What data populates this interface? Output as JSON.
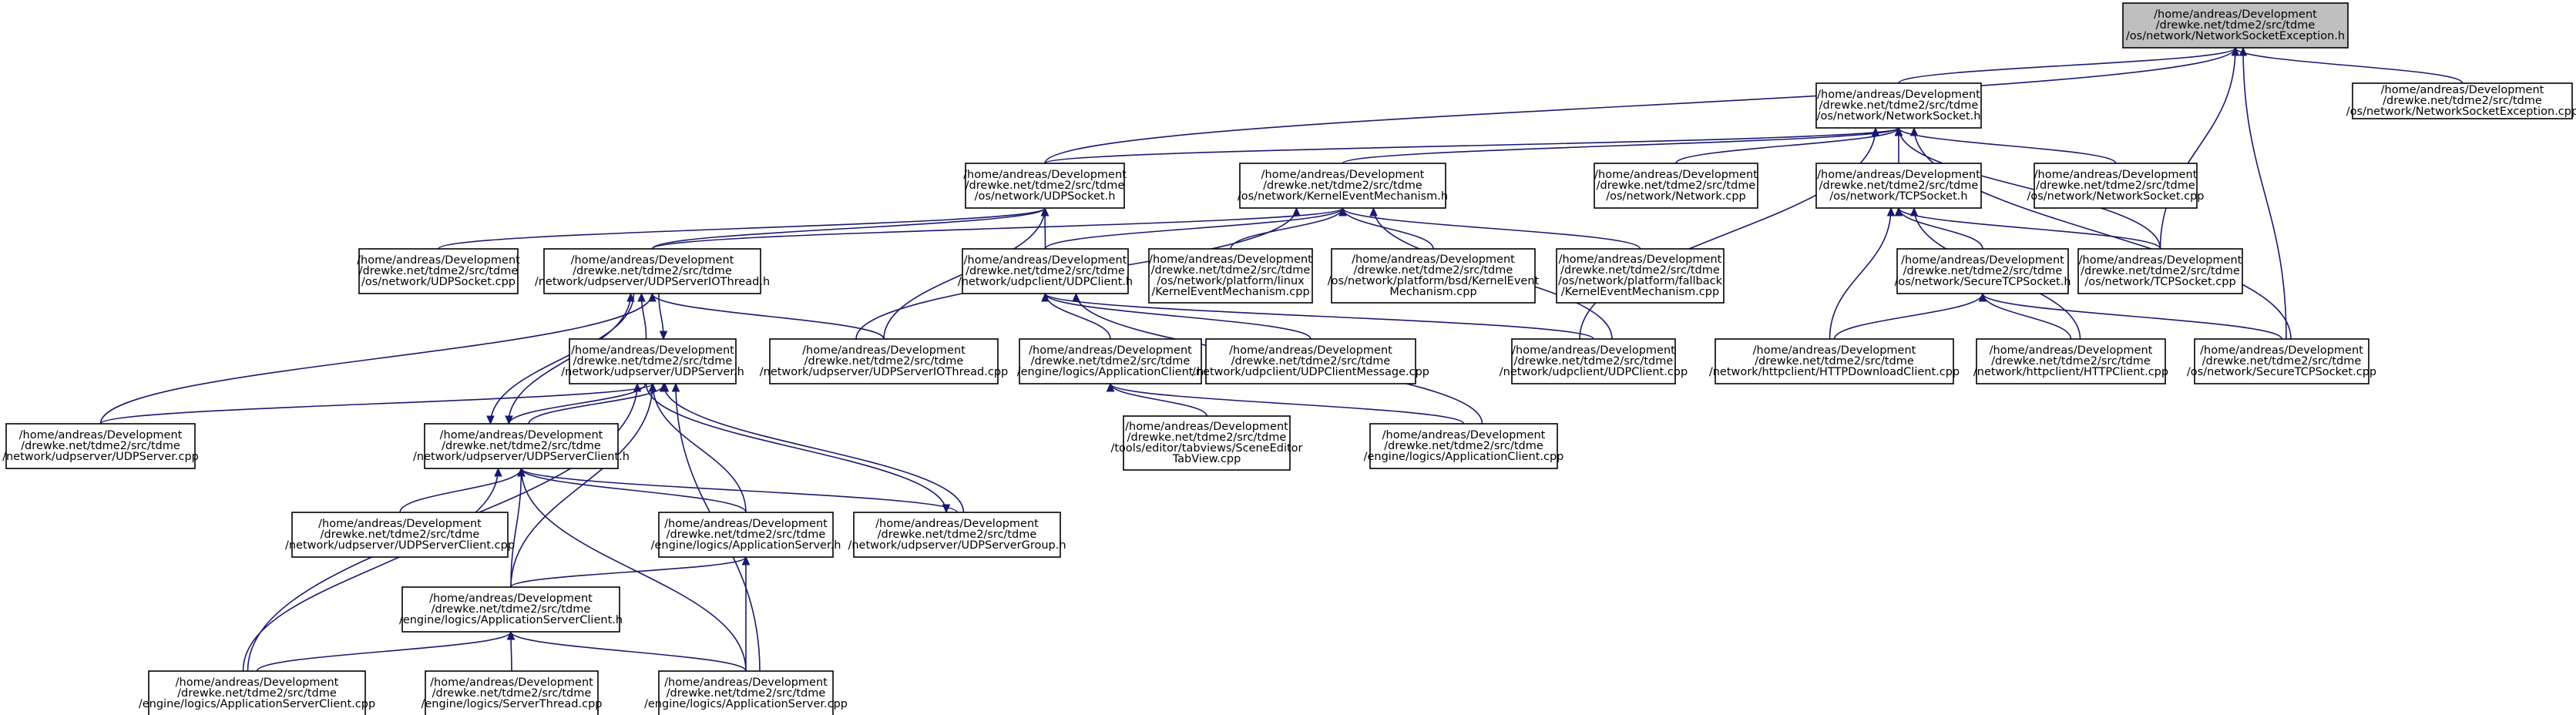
{
  "diagram": {
    "title": "",
    "nodes": [
      {
        "id": "nse_h",
        "lines": [
          "/home/andreas/Development",
          "/drewke.net/tdme2/src/tdme",
          "/os/network/NetworkSocketException.h"
        ],
        "highlighted": true
      },
      {
        "id": "ns_h",
        "lines": [
          "/home/andreas/Development",
          "/drewke.net/tdme2/src/tdme",
          "/os/network/NetworkSocket.h"
        ]
      },
      {
        "id": "nse_cpp",
        "lines": [
          "/home/andreas/Development",
          "/drewke.net/tdme2/src/tdme",
          "/os/network/NetworkSocketException.cpp"
        ]
      },
      {
        "id": "udps_h",
        "lines": [
          "/home/andreas/Development",
          "/drewke.net/tdme2/src/tdme",
          "/os/network/UDPSocket.h"
        ]
      },
      {
        "id": "kem_h",
        "lines": [
          "/home/andreas/Development",
          "/drewke.net/tdme2/src/tdme",
          "/os/network/KernelEventMechanism.h"
        ]
      },
      {
        "id": "net_cpp",
        "lines": [
          "/home/andreas/Development",
          "/drewke.net/tdme2/src/tdme",
          "/os/network/Network.cpp"
        ]
      },
      {
        "id": "tcps_h",
        "lines": [
          "/home/andreas/Development",
          "/drewke.net/tdme2/src/tdme",
          "/os/network/TCPSocket.h"
        ]
      },
      {
        "id": "ns_cpp",
        "lines": [
          "/home/andreas/Development",
          "/drewke.net/tdme2/src/tdme",
          "/os/network/NetworkSocket.cpp"
        ]
      },
      {
        "id": "udps_cpp",
        "lines": [
          "/home/andreas/Development",
          "/drewke.net/tdme2/src/tdme",
          "/os/network/UDPSocket.cpp"
        ]
      },
      {
        "id": "usiot_h",
        "lines": [
          "/home/andreas/Development",
          "/drewke.net/tdme2/src/tdme",
          "/network/udpserver/UDPServerIOThread.h"
        ]
      },
      {
        "id": "udpc_h",
        "lines": [
          "/home/andreas/Development",
          "/drewke.net/tdme2/src/tdme",
          "/network/udpclient/UDPClient.h"
        ]
      },
      {
        "id": "kem_linux",
        "lines": [
          "/home/andreas/Development",
          "/drewke.net/tdme2/src/tdme",
          "/os/network/platform/linux",
          "/KernelEventMechanism.cpp"
        ]
      },
      {
        "id": "kem_bsd",
        "lines": [
          "/home/andreas/Development",
          "/drewke.net/tdme2/src/tdme",
          "/os/network/platform/bsd/KernelEvent",
          "Mechanism.cpp"
        ]
      },
      {
        "id": "kem_fallback",
        "lines": [
          "/home/andreas/Development",
          "/drewke.net/tdme2/src/tdme",
          "/os/network/platform/fallback",
          "/KernelEventMechanism.cpp"
        ]
      },
      {
        "id": "stcps_h",
        "lines": [
          "/home/andreas/Development",
          "/drewke.net/tdme2/src/tdme",
          "/os/network/SecureTCPSocket.h"
        ]
      },
      {
        "id": "tcps_cpp",
        "lines": [
          "/home/andreas/Development",
          "/drewke.net/tdme2/src/tdme",
          "/os/network/TCPSocket.cpp"
        ]
      },
      {
        "id": "us_h",
        "lines": [
          "/home/andreas/Development",
          "/drewke.net/tdme2/src/tdme",
          "/network/udpserver/UDPServer.h"
        ]
      },
      {
        "id": "usiot_cpp",
        "lines": [
          "/home/andreas/Development",
          "/drewke.net/tdme2/src/tdme",
          "/network/udpserver/UDPServerIOThread.cpp"
        ]
      },
      {
        "id": "ac_h",
        "lines": [
          "/home/andreas/Development",
          "/drewke.net/tdme2/src/tdme",
          "/engine/logics/ApplicationClient.h"
        ]
      },
      {
        "id": "udpcm_cpp",
        "lines": [
          "/home/andreas/Development",
          "/drewke.net/tdme2/src/tdme",
          "/network/udpclient/UDPClientMessage.cpp"
        ]
      },
      {
        "id": "udpc_cpp",
        "lines": [
          "/home/andreas/Development",
          "/drewke.net/tdme2/src/tdme",
          "/network/udpclient/UDPClient.cpp"
        ]
      },
      {
        "id": "hdc_cpp",
        "lines": [
          "/home/andreas/Development",
          "/drewke.net/tdme2/src/tdme",
          "/network/httpclient/HTTPDownloadClient.cpp"
        ]
      },
      {
        "id": "hc_cpp",
        "lines": [
          "/home/andreas/Development",
          "/drewke.net/tdme2/src/tdme",
          "/network/httpclient/HTTPClient.cpp"
        ]
      },
      {
        "id": "stcps_cpp",
        "lines": [
          "/home/andreas/Development",
          "/drewke.net/tdme2/src/tdme",
          "/os/network/SecureTCPSocket.cpp"
        ]
      },
      {
        "id": "us_cpp",
        "lines": [
          "/home/andreas/Development",
          "/drewke.net/tdme2/src/tdme",
          "/network/udpserver/UDPServer.cpp"
        ]
      },
      {
        "id": "usc_h",
        "lines": [
          "/home/andreas/Development",
          "/drewke.net/tdme2/src/tdme",
          "/network/udpserver/UDPServerClient.h"
        ]
      },
      {
        "id": "setv_cpp",
        "lines": [
          "/home/andreas/Development",
          "/drewke.net/tdme2/src/tdme",
          "/tools/editor/tabviews/SceneEditor",
          "TabView.cpp"
        ]
      },
      {
        "id": "ac_cpp",
        "lines": [
          "/home/andreas/Development",
          "/drewke.net/tdme2/src/tdme",
          "/engine/logics/ApplicationClient.cpp"
        ]
      },
      {
        "id": "usc_cpp",
        "lines": [
          "/home/andreas/Development",
          "/drewke.net/tdme2/src/tdme",
          "/network/udpserver/UDPServerClient.cpp"
        ]
      },
      {
        "id": "as_h",
        "lines": [
          "/home/andreas/Development",
          "/drewke.net/tdme2/src/tdme",
          "/engine/logics/ApplicationServer.h"
        ]
      },
      {
        "id": "usg_h",
        "lines": [
          "/home/andreas/Development",
          "/drewke.net/tdme2/src/tdme",
          "/network/udpserver/UDPServerGroup.h"
        ]
      },
      {
        "id": "asc_h",
        "lines": [
          "/home/andreas/Development",
          "/drewke.net/tdme2/src/tdme",
          "/engine/logics/ApplicationServerClient.h"
        ]
      },
      {
        "id": "asc_cpp",
        "lines": [
          "/home/andreas/Development",
          "/drewke.net/tdme2/src/tdme",
          "/engine/logics/ApplicationServerClient.cpp"
        ]
      },
      {
        "id": "st_cpp",
        "lines": [
          "/home/andreas/Development",
          "/drewke.net/tdme2/src/tdme",
          "/engine/logics/ServerThread.cpp"
        ]
      },
      {
        "id": "as_cpp",
        "lines": [
          "/home/andreas/Development",
          "/drewke.net/tdme2/src/tdme",
          "/engine/logics/ApplicationServer.cpp"
        ]
      }
    ],
    "edges": [
      [
        "ns_h",
        "nse_h"
      ],
      [
        "nse_cpp",
        "nse_h"
      ],
      [
        "udps_h",
        "nse_h"
      ],
      [
        "tcps_cpp",
        "nse_h"
      ],
      [
        "stcps_cpp",
        "nse_h"
      ],
      [
        "udps_h",
        "ns_h"
      ],
      [
        "kem_h",
        "ns_h"
      ],
      [
        "net_cpp",
        "ns_h"
      ],
      [
        "tcps_h",
        "ns_h"
      ],
      [
        "ns_cpp",
        "ns_h"
      ],
      [
        "tcps_cpp",
        "ns_h"
      ],
      [
        "udpc_cpp",
        "ns_h"
      ],
      [
        "stcps_cpp",
        "ns_h"
      ],
      [
        "udps_cpp",
        "udps_h"
      ],
      [
        "usiot_h",
        "udps_h"
      ],
      [
        "udpc_h",
        "udps_h"
      ],
      [
        "usiot_cpp",
        "udps_h"
      ],
      [
        "usiot_h",
        "kem_h"
      ],
      [
        "udpc_h",
        "kem_h"
      ],
      [
        "kem_linux",
        "kem_h"
      ],
      [
        "kem_bsd",
        "kem_h"
      ],
      [
        "kem_fallback",
        "kem_h"
      ],
      [
        "usiot_cpp",
        "kem_h"
      ],
      [
        "udpc_cpp",
        "kem_h"
      ],
      [
        "stcps_h",
        "tcps_h"
      ],
      [
        "tcps_cpp",
        "tcps_h"
      ],
      [
        "hdc_cpp",
        "tcps_h"
      ],
      [
        "hc_cpp",
        "tcps_h"
      ],
      [
        "hdc_cpp",
        "stcps_h"
      ],
      [
        "hc_cpp",
        "stcps_h"
      ],
      [
        "stcps_cpp",
        "stcps_h"
      ],
      [
        "us_h",
        "usiot_h"
      ],
      [
        "usc_h",
        "usiot_h"
      ],
      [
        "us_cpp",
        "usiot_h"
      ],
      [
        "usiot_cpp",
        "usiot_h"
      ],
      [
        "ac_h",
        "udpc_h"
      ],
      [
        "udpcm_cpp",
        "udpc_h"
      ],
      [
        "udpc_cpp",
        "udpc_h"
      ],
      [
        "ac_cpp",
        "udpc_h"
      ],
      [
        "usiot_h",
        "us_h"
      ],
      [
        "usc_h",
        "us_h"
      ],
      [
        "us_cpp",
        "us_h"
      ],
      [
        "as_h",
        "us_h"
      ],
      [
        "usg_h",
        "us_h"
      ],
      [
        "asc_h",
        "us_h"
      ],
      [
        "asc_cpp",
        "us_h"
      ],
      [
        "as_cpp",
        "us_h"
      ],
      [
        "setv_cpp",
        "ac_h"
      ],
      [
        "ac_cpp",
        "ac_h"
      ],
      [
        "us_h",
        "usc_h"
      ],
      [
        "usiot_h",
        "usc_h"
      ],
      [
        "usc_cpp",
        "usc_h"
      ],
      [
        "as_h",
        "usc_h"
      ],
      [
        "usg_h",
        "usc_h"
      ],
      [
        "asc_h",
        "usc_h"
      ],
      [
        "asc_cpp",
        "usc_h"
      ],
      [
        "as_cpp",
        "usc_h"
      ],
      [
        "asc_h",
        "as_h"
      ],
      [
        "as_cpp",
        "as_h"
      ],
      [
        "us_h",
        "usg_h"
      ],
      [
        "asc_cpp",
        "asc_h"
      ],
      [
        "st_cpp",
        "asc_h"
      ],
      [
        "as_cpp",
        "asc_h"
      ]
    ]
  }
}
